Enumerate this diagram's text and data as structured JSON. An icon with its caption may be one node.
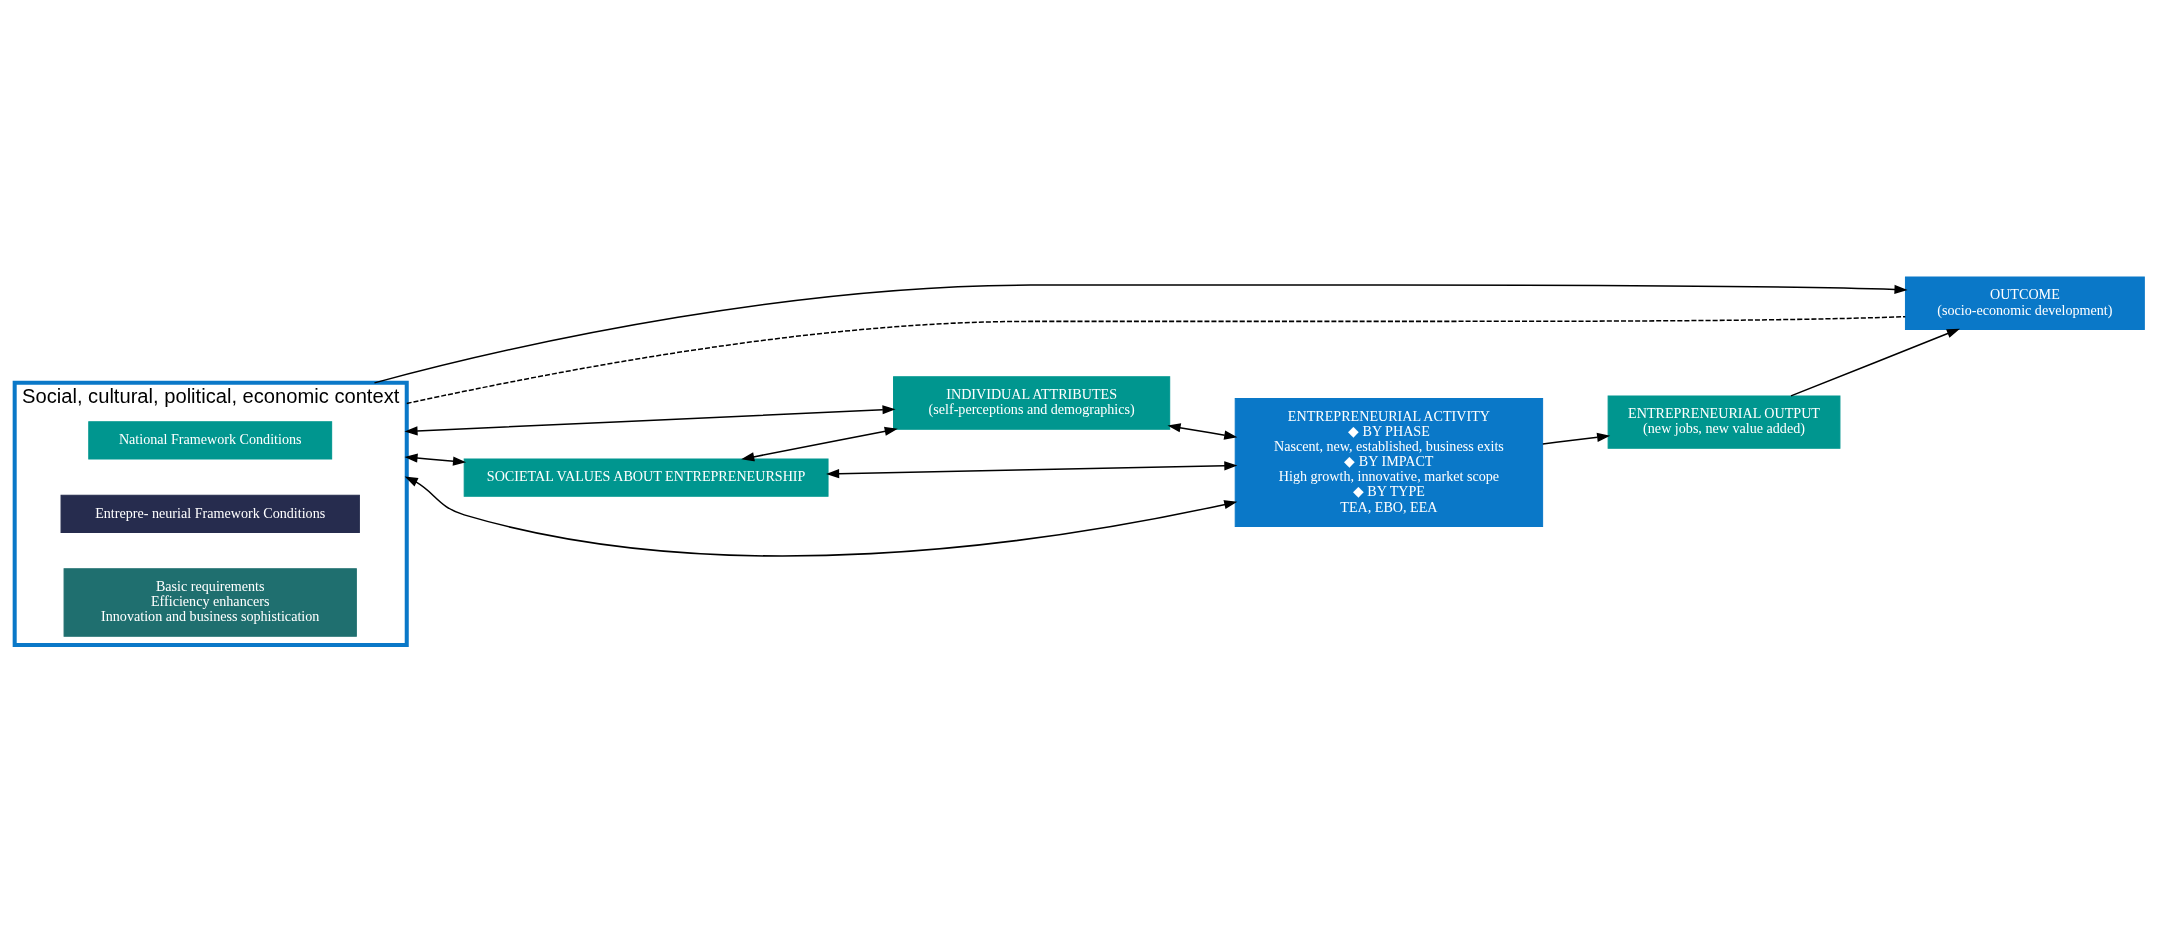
{
  "diagram": {
    "nodes": [
      {
        "text": [
          "Social, cultural, political, economic context"
        ]
      },
      {
        "text": [
          "National Framework Conditions"
        ],
        "in": 0
      },
      {
        "text": [
          "Entrepre- neurial Framework Conditions"
        ],
        "in": 0
      },
      {
        "text": [
          "Basic requirements",
          "Efficiency enhancers",
          "Innovation and business sophistication"
        ],
        "in": 0
      },
      {
        "text": [
          "OUTCOME",
          "(socio-economic development)"
        ]
      },
      {
        "text": [
          "ENTREPRENEURIAL OUTPUT",
          "(new jobs, new value added)"
        ]
      },
      {
        "text": [
          "SOCIETAL VALUES ABOUT ENTREPRENEURSHIP"
        ]
      },
      {
        "text": [
          "INDIVIDUAL ATTRIBUTES",
          "(self-perceptions and demographics)"
        ]
      },
      {
        "text": [
          "ENTREPRENEURIAL ACTIVITY",
          "◆ BY PHASE",
          "Nascent, new, established, business exits",
          "◆ BY IMPACT",
          "High growth, innovative, market scope",
          "◆ BY TYPE",
          "TEA, EBO, EEA"
        ]
      }
    ],
    "edges": [
      {
        "from": 0,
        "to": 4,
        "arrow": "none",
        "style": "dashed"
      },
      {
        "from": 0,
        "to": 4,
        "arrow": "to"
      },
      {
        "from": 5,
        "to": 4,
        "arrow": "to"
      },
      {
        "from": 8,
        "to": 5,
        "arrow": "to"
      },
      {
        "from": 0,
        "to": 6,
        "arrow": "both"
      },
      {
        "from": 6,
        "to": 7,
        "arrow": "both"
      },
      {
        "from": 0,
        "to": 7,
        "arrow": "both"
      },
      {
        "from": 6,
        "to": 8,
        "arrow": "both"
      },
      {
        "from": 7,
        "to": 8,
        "arrow": "both"
      },
      {
        "from": 0,
        "to": 8,
        "arrow": "both"
      }
    ]
  }
}
